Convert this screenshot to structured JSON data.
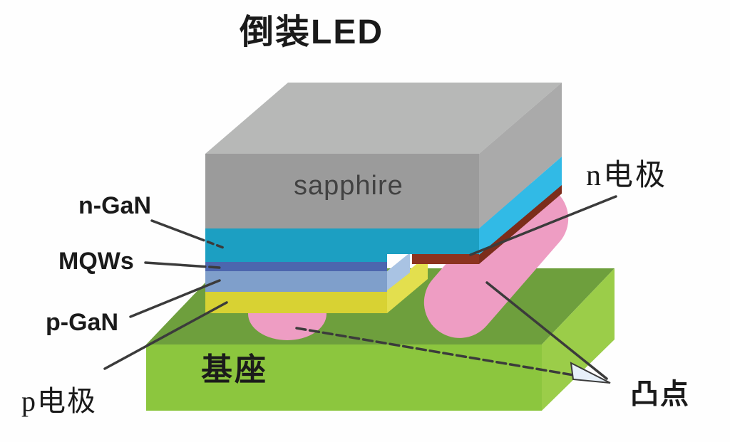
{
  "title": "倒装LED",
  "diagram": {
    "sapphire_label": "sapphire",
    "base_label": "基座",
    "labels": {
      "n_gan": "n-GaN",
      "mqws": "MQWs",
      "p_gan": "p-GaN",
      "p_electrode": "p电极",
      "n_electrode": "n电极",
      "bumps": "凸点"
    },
    "colors": {
      "sapphire_top": "#b7b8b7",
      "sapphire_front": "#9b9b9b",
      "sapphire_right": "#aaaaaa",
      "n_gan_front": "#1c9fc2",
      "n_gan_right": "#31bae6",
      "mqws": "#4c66ae",
      "p_gan": "#7f9fcb",
      "p_gan_side": "#a9c3e3",
      "p_electrode": "#d8d233",
      "p_electrode_side": "#e3df4e",
      "n_electrode": "#8c331f",
      "n_electrode_side": "#7c2d1b",
      "bump": "#ee9dc3",
      "base_top": "#6e9f3d",
      "base_front": "#8cc63e",
      "base_right": "#9bcd49",
      "leader_line": "#3b3b3b",
      "arrowhead_fill": "#e7f0f9"
    }
  }
}
